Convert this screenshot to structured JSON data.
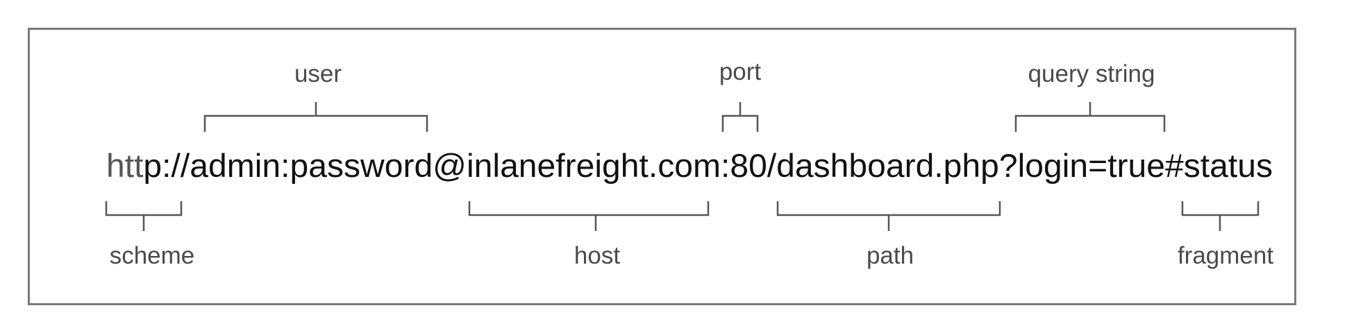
{
  "url": {
    "scheme_prefix": "htt",
    "rest": "p://admin:password@inlanefreight.com:80/dashboard.php?login=true#status"
  },
  "labels": {
    "user": "user",
    "port": "port",
    "query": "query string",
    "scheme": "scheme",
    "host": "host",
    "path": "path",
    "fragment": "fragment"
  },
  "colors": {
    "frame": "#7a7a7a",
    "bracket": "#555555",
    "label": "#4a4a4a",
    "url_text": "#111111"
  }
}
